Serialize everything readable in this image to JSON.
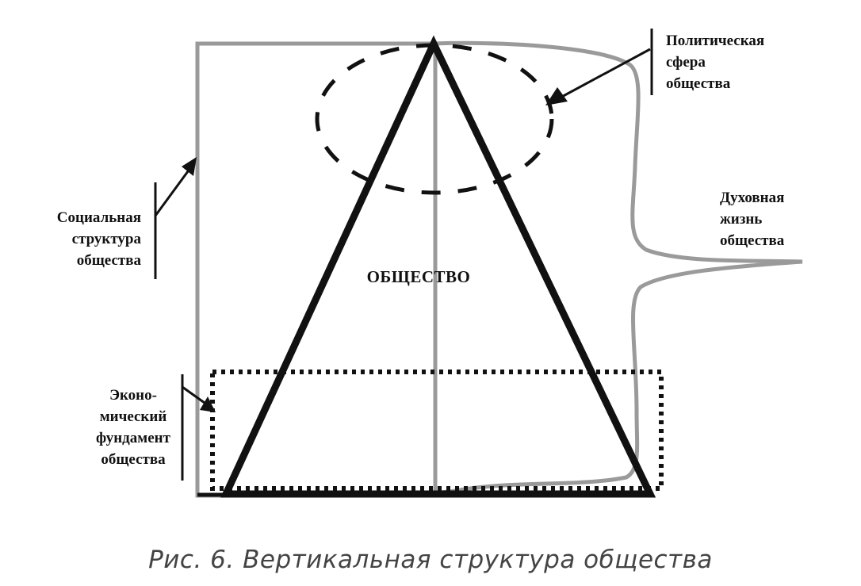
{
  "labels": {
    "political": [
      "Политическая",
      "сфера",
      "общества"
    ],
    "spiritual": [
      "Духовная",
      "жизнь",
      "общества"
    ],
    "social": [
      "Социальная",
      "структура",
      "общества"
    ],
    "economic": [
      "Эконо-",
      "мический",
      "фундамент",
      "общества"
    ],
    "center": "ОБЩЕСТВО"
  },
  "caption": "Рис. 6. Вертикальная структура общества",
  "colors": {
    "ink": "#111111",
    "gray_outline": "#9a9a9a",
    "caption": "#444444"
  }
}
